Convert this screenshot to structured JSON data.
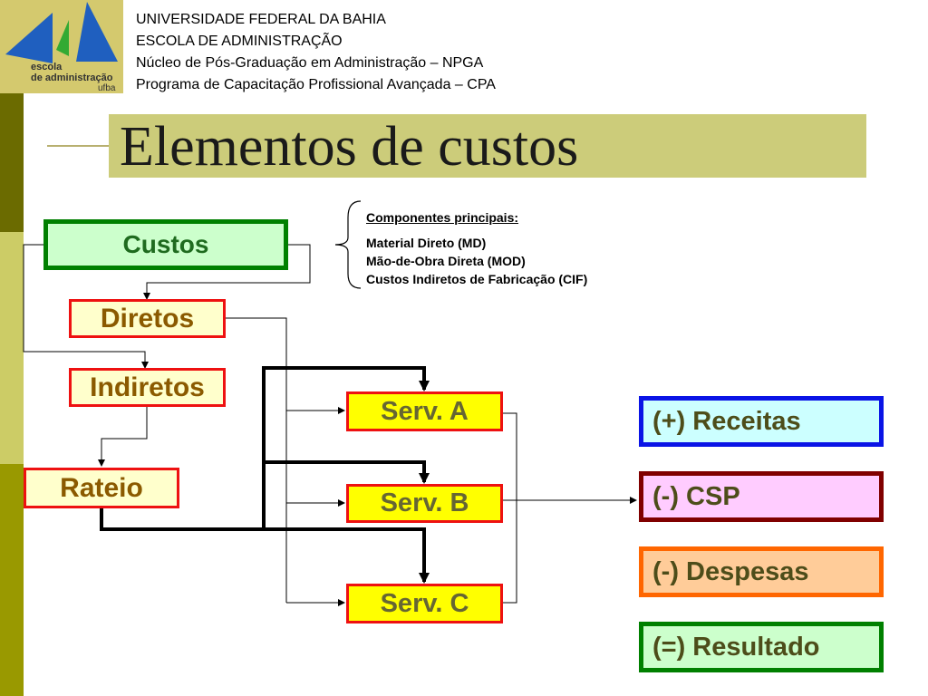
{
  "header": {
    "university_lines": [
      "UNIVERSIDADE FEDERAL DA BAHIA",
      "ESCOLA DE ADMINISTRAÇÃO",
      "Núcleo de Pós-Graduação em Administração – NPGA",
      "Programa de Capacitação Profissional Avançada – CPA"
    ],
    "logo_text": [
      "escola",
      "de administração",
      "ufba"
    ]
  },
  "slide": {
    "title": "Elementos de custos"
  },
  "components": {
    "heading": "Componentes principais:",
    "items": [
      "Material Direto (MD)",
      "Mão-de-Obra Direta (MOD)",
      "Custos Indiretos de Fabricação (CIF)"
    ]
  },
  "diagram": {
    "custos": "Custos",
    "diretos": "Diretos",
    "indiretos": "Indiretos",
    "rateio": "Rateio",
    "servicos": [
      "Serv. A",
      "Serv. B",
      "Serv. C"
    ]
  },
  "results": [
    {
      "label": "(+) Receitas"
    },
    {
      "label": "(-) CSP"
    },
    {
      "label": "(-) Despesas"
    },
    {
      "label": "(=) Resultado"
    }
  ],
  "colors": {
    "stripe_dark": "#6b6b00",
    "stripe_light": "#cccc66",
    "stripe_mid": "#999900",
    "title_bar": "#cccc7a",
    "logo_bg": "#d4c96e",
    "logo_blue": "#1f5fbf",
    "logo_green": "#33aa33"
  }
}
